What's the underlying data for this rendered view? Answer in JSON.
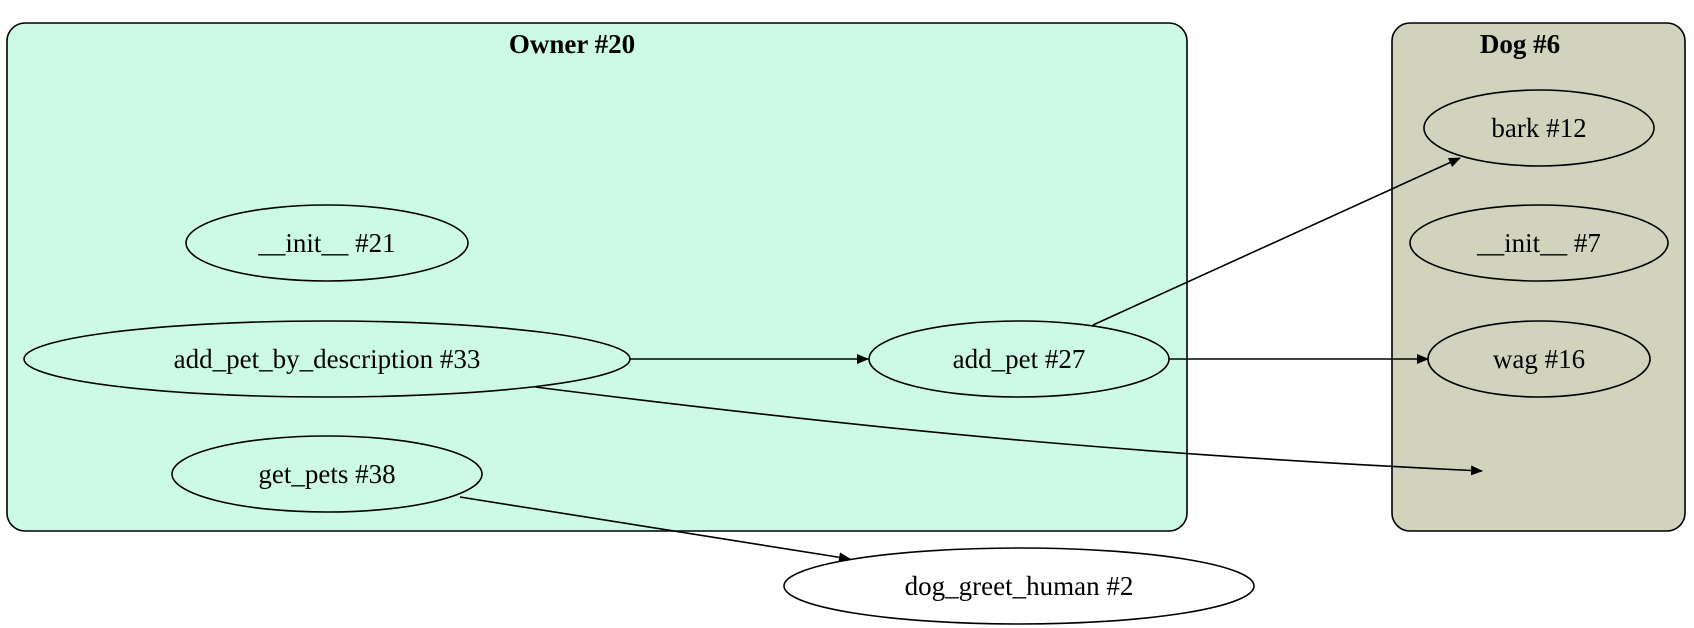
{
  "clusters": {
    "owner": {
      "title": "Owner #20",
      "fill": "#cdfae6"
    },
    "dog": {
      "title": "Dog #6",
      "fill": "#d1d3bd"
    }
  },
  "nodes": {
    "owner_init": "__init__ #21",
    "add_pet_by_description": "add_pet_by_description #33",
    "add_pet": "add_pet #27",
    "get_pets": "get_pets #38",
    "dog_greet_human": "dog_greet_human #2",
    "bark": "bark #12",
    "dog_init": "__init__ #7",
    "wag": "wag #16"
  },
  "edges": [
    {
      "from": "add_pet_by_description #33",
      "to": "add_pet #27"
    },
    {
      "from": "add_pet_by_description #33",
      "to": "Dog #6"
    },
    {
      "from": "add_pet #27",
      "to": "bark #12"
    },
    {
      "from": "add_pet #27",
      "to": "wag #16"
    },
    {
      "from": "get_pets #38",
      "to": "dog_greet_human #2"
    }
  ]
}
